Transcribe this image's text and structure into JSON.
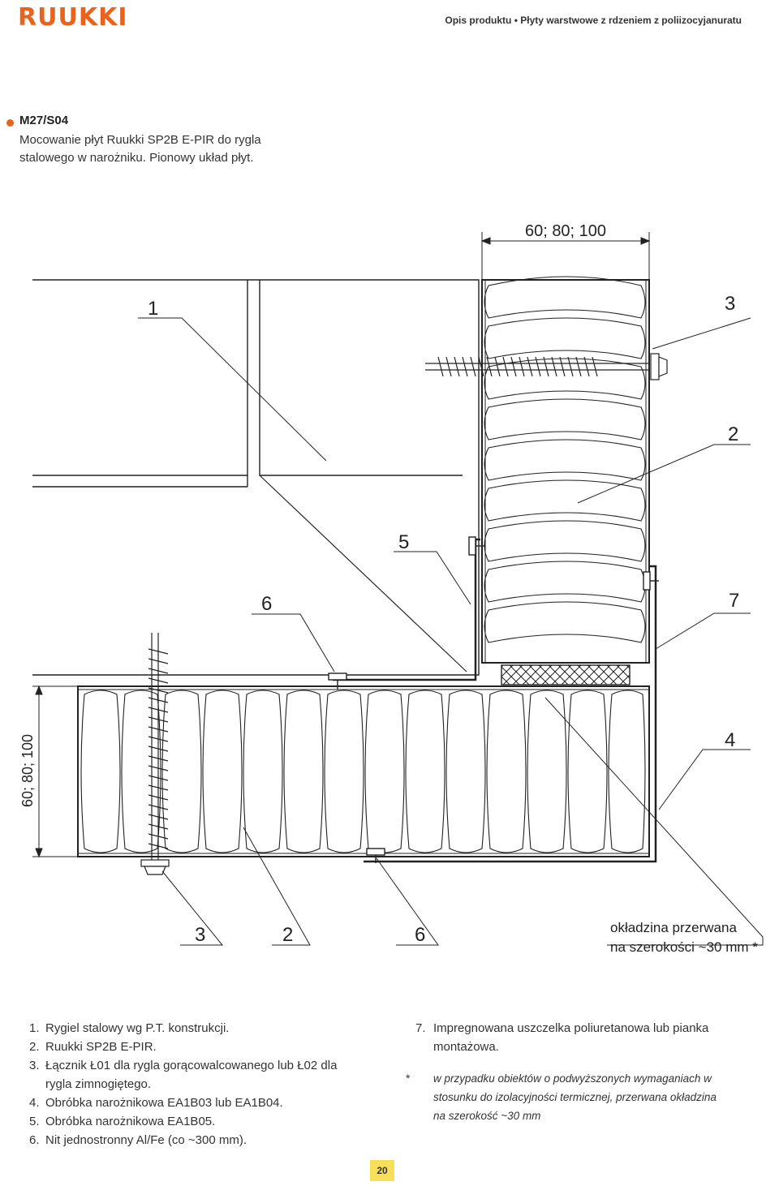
{
  "header": {
    "logo": "RUUKKI",
    "title": "Opis produktu • Płyty warstwowe z rdzeniem z poliizocyjanuratu"
  },
  "section": {
    "code": "M27/S04",
    "description": "Mocowanie płyt Ruukki SP2B E-PIR do rygla stalowego w narożniku. Pionowy układ płyt."
  },
  "drawing": {
    "dimension_top": "60; 80; 100",
    "dimension_left": "60; 80; 100",
    "callouts": {
      "c1": "1",
      "c3_top": "3",
      "c2_top": "2",
      "c5": "5",
      "c6_top": "6",
      "c7": "7",
      "c4": "4",
      "c3_bottom": "3",
      "c2_bottom": "2",
      "c6_bottom": "6"
    },
    "note_line1": "okładzina przerwana",
    "note_line2": "na szerokości ~30 mm *"
  },
  "legend": {
    "items": [
      {
        "num": "1.",
        "text": "Rygiel stalowy wg P.T. konstrukcji."
      },
      {
        "num": "2.",
        "text": "Ruukki SP2B E-PIR."
      },
      {
        "num": "3.",
        "text": "Łącznik Ł01 dla rygla gorącowalcowanego lub Ł02 dla rygla zimnogiętego."
      },
      {
        "num": "4.",
        "text": "Obróbka narożnikowa EA1B03 lub EA1B04."
      },
      {
        "num": "5.",
        "text": "Obróbka narożnikowa EA1B05."
      },
      {
        "num": "6.",
        "text": "Nit jednostronny Al/Fe (co ~300 mm)."
      },
      {
        "num": "7.",
        "text": "Impregnowana uszczelka poliuretanowa lub pianka montażowa."
      }
    ],
    "note_star": "*",
    "note_text": "w przypadku obiektów o podwyższonych wymaganiach w stosunku do izolacyjności termicznej, przerwana okładzina na szerokość ~30 mm"
  },
  "page_number": "20"
}
